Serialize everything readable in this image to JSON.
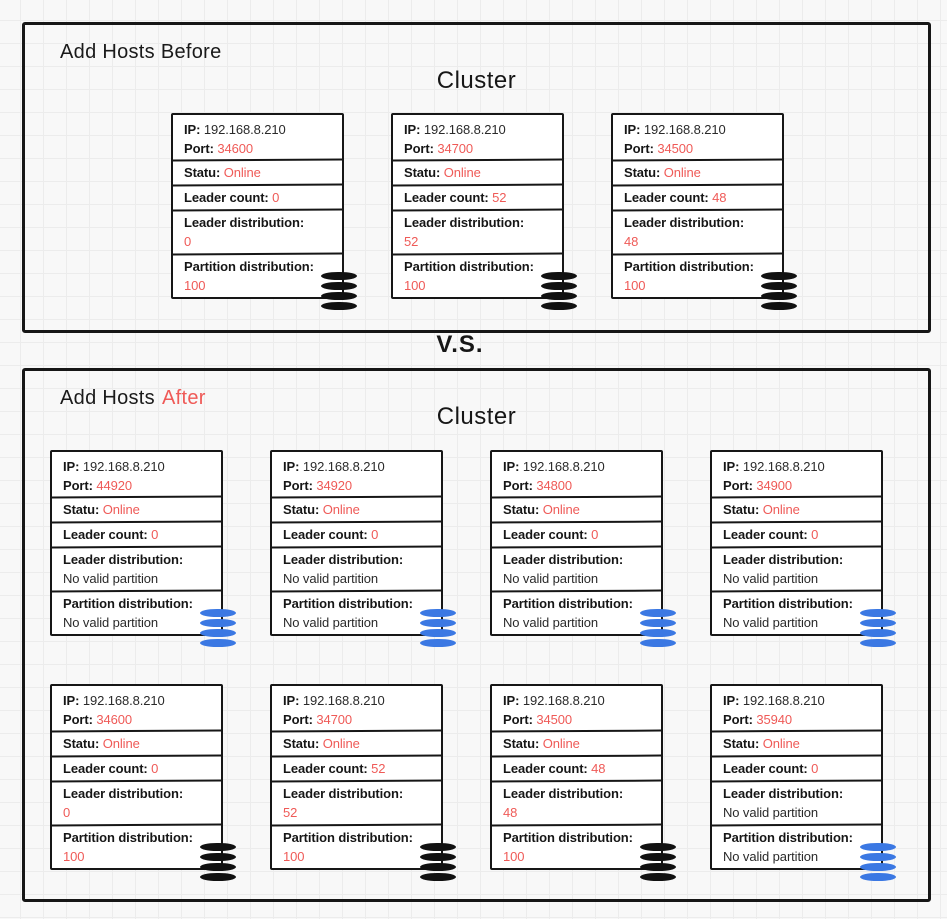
{
  "colors": {
    "red": "#ef5a57",
    "blue": "#3b78e3",
    "ink": "#161616"
  },
  "vs_label": "V.S.",
  "card_labels": {
    "ip": "IP:",
    "port": "Port:",
    "status": "Statu:",
    "leader_count": "Leader count:",
    "leader_distribution": "Leader distribution:",
    "partition_distribution": "Partition distribution:"
  },
  "before": {
    "title": "Add Hosts Before",
    "cluster_label": "Cluster",
    "hosts": [
      {
        "ip": "192.168.8.210",
        "port": "34600",
        "status": "Online",
        "leader_count": "0",
        "leader_distribution": "0",
        "leader_distribution_red": true,
        "partition_distribution": "100",
        "partition_distribution_red": true,
        "icon": "database-black"
      },
      {
        "ip": "192.168.8.210",
        "port": "34700",
        "status": "Online",
        "leader_count": "52",
        "leader_distribution": "52",
        "leader_distribution_red": true,
        "partition_distribution": "100",
        "partition_distribution_red": true,
        "icon": "database-black"
      },
      {
        "ip": "192.168.8.210",
        "port": "34500",
        "status": "Online",
        "leader_count": "48",
        "leader_distribution": "48",
        "leader_distribution_red": true,
        "partition_distribution": "100",
        "partition_distribution_red": true,
        "icon": "database-black"
      }
    ]
  },
  "after": {
    "title_prefix": "Add Hosts",
    "title_highlight": "After",
    "cluster_label": "Cluster",
    "rows": [
      [
        {
          "ip": "192.168.8.210",
          "port": "44920",
          "status": "Online",
          "leader_count": "0",
          "leader_distribution": "No valid partition",
          "leader_distribution_red": false,
          "partition_distribution": "No valid partition",
          "partition_distribution_red": false,
          "icon": "database-blue"
        },
        {
          "ip": "192.168.8.210",
          "port": "34920",
          "status": "Online",
          "leader_count": "0",
          "leader_distribution": "No valid partition",
          "leader_distribution_red": false,
          "partition_distribution": "No valid partition",
          "partition_distribution_red": false,
          "icon": "database-blue"
        },
        {
          "ip": "192.168.8.210",
          "port": "34800",
          "status": "Online",
          "leader_count": "0",
          "leader_distribution": "No valid partition",
          "leader_distribution_red": false,
          "partition_distribution": "No valid partition",
          "partition_distribution_red": false,
          "icon": "database-blue"
        },
        {
          "ip": "192.168.8.210",
          "port": "34900",
          "status": "Online",
          "leader_count": "0",
          "leader_distribution": "No valid partition",
          "leader_distribution_red": false,
          "partition_distribution": "No valid partition",
          "partition_distribution_red": false,
          "icon": "database-blue"
        }
      ],
      [
        {
          "ip": "192.168.8.210",
          "port": "34600",
          "status": "Online",
          "leader_count": "0",
          "leader_distribution": "0",
          "leader_distribution_red": true,
          "partition_distribution": "100",
          "partition_distribution_red": true,
          "icon": "database-black"
        },
        {
          "ip": "192.168.8.210",
          "port": "34700",
          "status": "Online",
          "leader_count": "52",
          "leader_distribution": "52",
          "leader_distribution_red": true,
          "partition_distribution": "100",
          "partition_distribution_red": true,
          "icon": "database-black"
        },
        {
          "ip": "192.168.8.210",
          "port": "34500",
          "status": "Online",
          "leader_count": "48",
          "leader_distribution": "48",
          "leader_distribution_red": true,
          "partition_distribution": "100",
          "partition_distribution_red": true,
          "icon": "database-black"
        },
        {
          "ip": "192.168.8.210",
          "port": "35940",
          "status": "Online",
          "leader_count": "0",
          "leader_distribution": "No valid partition",
          "leader_distribution_red": false,
          "partition_distribution": "No valid partition",
          "partition_distribution_red": false,
          "icon": "database-blue"
        }
      ]
    ]
  }
}
